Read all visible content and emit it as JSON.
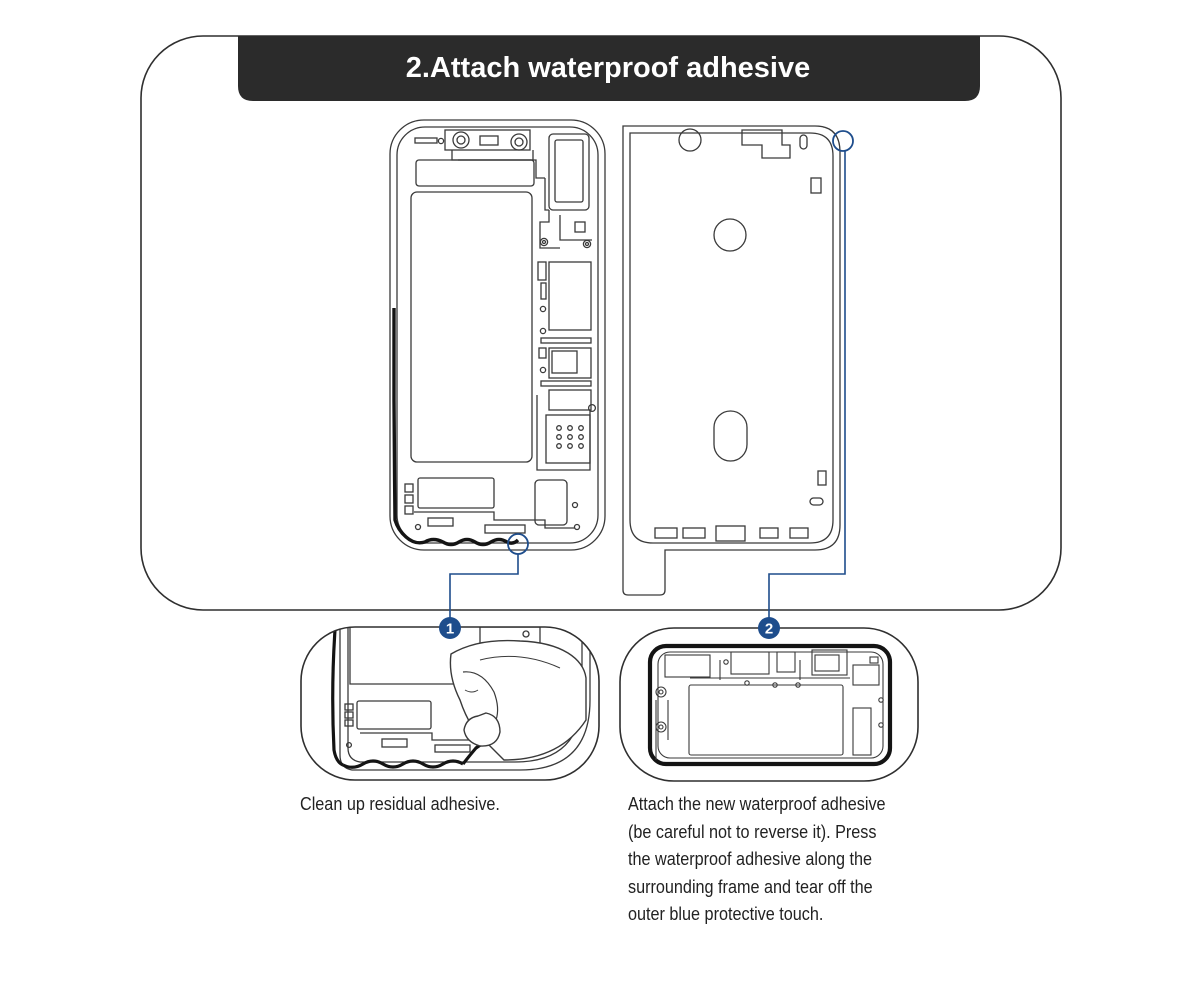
{
  "title": "2.Attach waterproof adhesive",
  "steps": [
    {
      "number": "1",
      "caption_lines": [
        "Clean up residual adhesive."
      ]
    },
    {
      "number": "2",
      "caption_lines": [
        "Attach the new waterproof adhesive",
        "(be careful not to reverse it). Press",
        "the waterproof adhesive along the",
        "surrounding frame and tear off the",
        "outer blue protective touch."
      ]
    }
  ],
  "colors": {
    "title_bar": "#2b2b2b",
    "line": "#3a3a3a",
    "accent": "#1e4d8c",
    "adhesive": "#1a1a1a"
  }
}
